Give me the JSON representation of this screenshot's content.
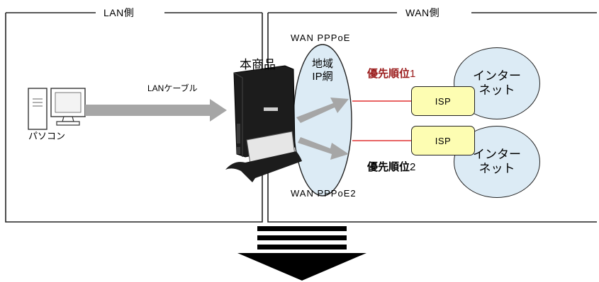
{
  "zones": {
    "lan_title": "LAN側",
    "wan_title": "WAN側"
  },
  "device": {
    "label": "本商品"
  },
  "pc": {
    "label": "パソコン"
  },
  "cable": {
    "label": "LANケーブル"
  },
  "regional_net": {
    "label_line1": "地域",
    "label_line2": "IP網"
  },
  "connections": [
    {
      "label": "WAN PPPoE",
      "priority_text": "優先順位",
      "priority_num": "1",
      "isp": "ISP",
      "internet_line1": "インター",
      "internet_line2": "ネット",
      "priority_color": "#9a1a1a"
    },
    {
      "label": "WAN PPPoE2",
      "priority_text": "優先順位",
      "priority_num": "2",
      "isp": "ISP",
      "internet_line1": "インター",
      "internet_line2": "ネット",
      "priority_color": "#000000"
    }
  ],
  "colors": {
    "arrow_gray": "#a6a6a6",
    "line_red": "#e03030",
    "isp_fill": "#fdfdb2",
    "cloud_fill": "#dcebf5",
    "device_body": "#1c1c1c"
  }
}
